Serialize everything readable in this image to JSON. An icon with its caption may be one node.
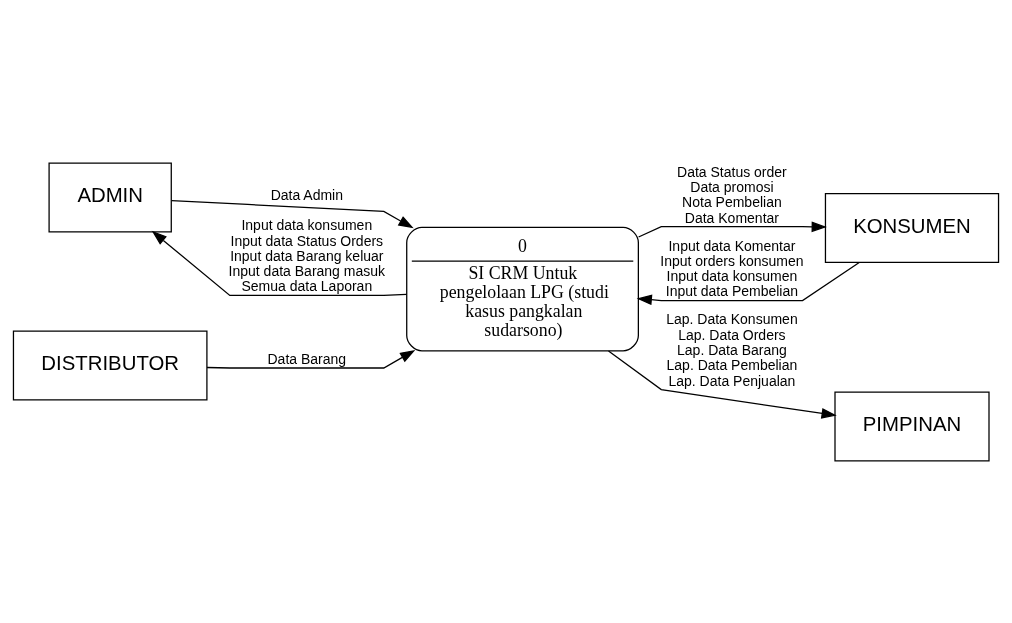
{
  "diagram": {
    "nodes": [
      {
        "text": [
          "ADMIN"
        ]
      },
      {
        "text": [
          "KONSUMEN"
        ]
      },
      {
        "text": [
          "0",
          "SI CRM Untuk pengelolaan LPG (studi kasus pangkalan sudarsono)"
        ]
      },
      {
        "text": [
          "DISTRIBUTOR"
        ]
      },
      {
        "text": [
          "PIMPINAN"
        ]
      }
    ],
    "edges": [
      {
        "from": 2,
        "to": 0,
        "arrow": "to",
        "label": [
          "Input data konsumen",
          "Input data Status Orders",
          "Input data Barang keluar",
          "Input data Barang masuk",
          "Semua data Laporan"
        ]
      },
      {
        "from": 2,
        "to": 1,
        "arrow": "to",
        "label": [
          "Data Status order",
          "Data promosi",
          "Nota Pembelian",
          "Data Komentar"
        ]
      },
      {
        "from": 1,
        "to": 2,
        "arrow": "to",
        "label": [
          "Input data Komentar",
          "Input orders konsumen",
          "Input data konsumen",
          "Input data Pembelian"
        ]
      },
      {
        "from": 0,
        "to": 2,
        "arrow": "to",
        "label": [
          "Data Admin"
        ]
      },
      {
        "from": 3,
        "to": 2,
        "arrow": "to",
        "label": [
          "Data Barang"
        ]
      },
      {
        "from": 2,
        "to": 4,
        "arrow": "to",
        "label": [
          "Lap. Data Konsumen",
          "Lap. Data Orders",
          "Lap. Data Barang",
          "Lap. Data Pembelian",
          "Lap. Data Penjualan"
        ]
      }
    ]
  }
}
